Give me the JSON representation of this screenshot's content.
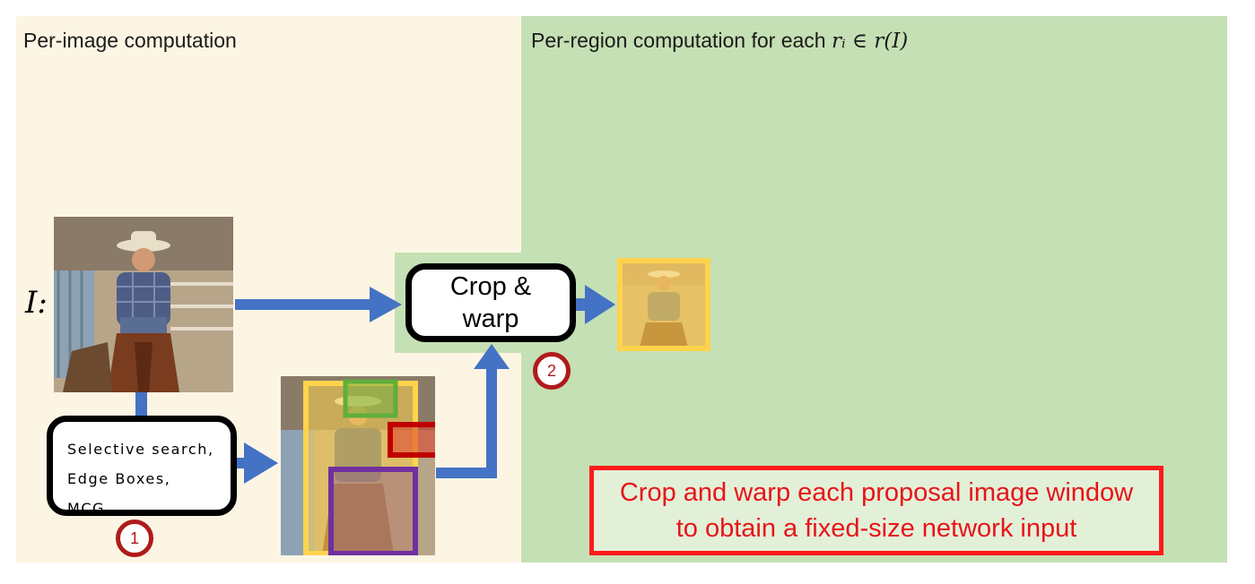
{
  "per_image_panel": {
    "title": "Per-image computation"
  },
  "per_region_panel": {
    "title_prefix": "Per-region computation for each ",
    "title_math": "rᵢ ∈ r(I)"
  },
  "input_image": {
    "label": "I:"
  },
  "crop_warp_box": {
    "line1": "Crop &",
    "line2": "warp"
  },
  "proposal_box": {
    "line1": "Selective search,",
    "line2": "Edge Boxes,",
    "line3": "MCG, …"
  },
  "steps": {
    "one": "1",
    "two": "2"
  },
  "callout": {
    "line1": "Crop and warp each proposal image window",
    "line2": "to obtain a fixed-size network input"
  },
  "colors": {
    "per_image_bg": "#fdf5e4",
    "per_region_bg": "#c5e0b4",
    "arrow": "#4472c4",
    "step_ring": "#b01a1a",
    "callout_border": "#ff1a1a",
    "proposal_yellow": "#ffd34d",
    "proposal_green": "#5fae3c",
    "proposal_red": "#c00000",
    "proposal_purple": "#7030a0"
  },
  "icons": {
    "arrow": "blue-block-arrow",
    "photo": "cowboy-on-horse-photo"
  }
}
